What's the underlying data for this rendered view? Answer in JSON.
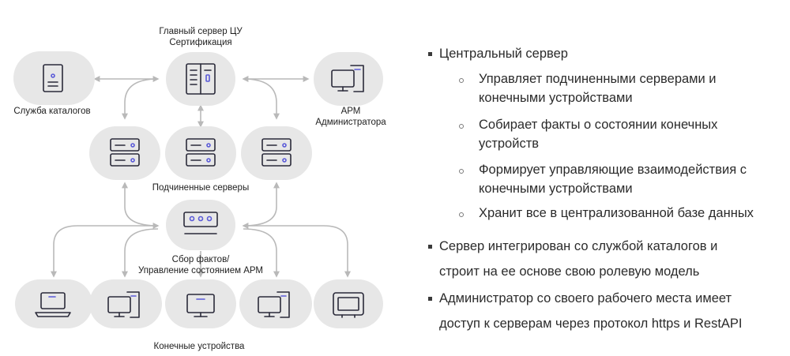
{
  "diagram": {
    "main_server_label": [
      "Главный сервер ЦУ",
      "Сертификация"
    ],
    "catalog_label": "Служба каталогов",
    "arm_label": [
      "АРМ",
      "Администратора"
    ],
    "subordinate_label": "Подчиненные серверы",
    "collector_label": [
      "Сбор фактов/",
      "Управление состоянием АРМ"
    ],
    "endpoints_label": "Конечные устройства"
  },
  "bullets": [
    {
      "text": [
        "Центральный сервер"
      ],
      "sub": [
        [
          "Управляет подчиненными серверами и",
          "конечными устройствами"
        ],
        [
          "Собирает факты о состоянии конечных",
          "устройств"
        ],
        [
          "Формирует управляющие взаимодействия с",
          "конечными устройствами"
        ],
        [
          "Хранит все в централизованной базе данных"
        ]
      ]
    },
    {
      "text": [
        "Сервер интегрирован со службой каталогов и",
        "строит на ее основе свою ролевую модель"
      ],
      "sub": []
    },
    {
      "text": [
        "Администратор со своего рабочего места имеет",
        "доступ к серверам через протокол https и RestAPI"
      ],
      "sub": []
    }
  ],
  "colors": {
    "node_fill": "#e7e7e7",
    "icon_stroke": "#2a2a3a",
    "accent": "#5a5ad8",
    "arrow": "#b9b9b9"
  }
}
